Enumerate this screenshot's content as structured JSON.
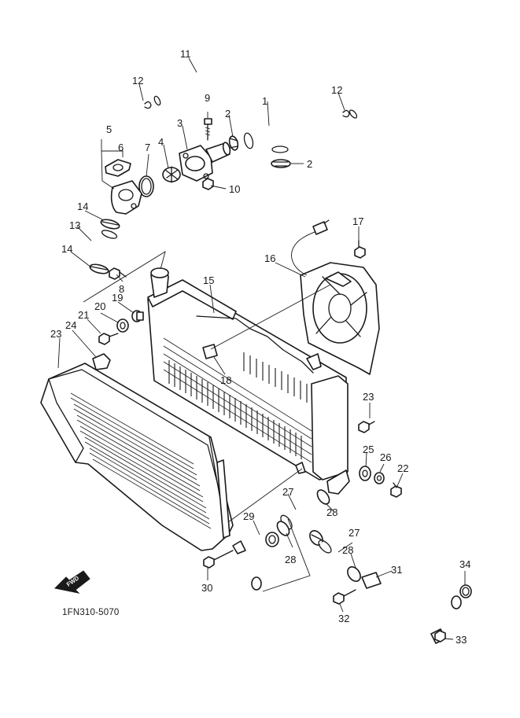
{
  "diagram_code": "1FN310-5070",
  "forward_arrow_label": "FWD",
  "callouts": [
    {
      "id": "c1",
      "label": "1"
    },
    {
      "id": "c2a",
      "label": "2"
    },
    {
      "id": "c2b",
      "label": "2"
    },
    {
      "id": "c3",
      "label": "3"
    },
    {
      "id": "c4",
      "label": "4"
    },
    {
      "id": "c5",
      "label": "5"
    },
    {
      "id": "c6",
      "label": "6"
    },
    {
      "id": "c7",
      "label": "7"
    },
    {
      "id": "c8",
      "label": "8"
    },
    {
      "id": "c9",
      "label": "9"
    },
    {
      "id": "c10",
      "label": "10"
    },
    {
      "id": "c11",
      "label": "11"
    },
    {
      "id": "c12a",
      "label": "12"
    },
    {
      "id": "c12b",
      "label": "12"
    },
    {
      "id": "c13",
      "label": "13"
    },
    {
      "id": "c14a",
      "label": "14"
    },
    {
      "id": "c14b",
      "label": "14"
    },
    {
      "id": "c15",
      "label": "15"
    },
    {
      "id": "c16",
      "label": "16"
    },
    {
      "id": "c17",
      "label": "17"
    },
    {
      "id": "c18",
      "label": "18"
    },
    {
      "id": "c19",
      "label": "19"
    },
    {
      "id": "c20",
      "label": "20"
    },
    {
      "id": "c21",
      "label": "21"
    },
    {
      "id": "c22",
      "label": "22"
    },
    {
      "id": "c23a",
      "label": "23"
    },
    {
      "id": "c23b",
      "label": "23"
    },
    {
      "id": "c24",
      "label": "24"
    },
    {
      "id": "c25",
      "label": "25"
    },
    {
      "id": "c26",
      "label": "26"
    },
    {
      "id": "c27a",
      "label": "27"
    },
    {
      "id": "c27b",
      "label": "27"
    },
    {
      "id": "c28a",
      "label": "28"
    },
    {
      "id": "c28b",
      "label": "28"
    },
    {
      "id": "c28c",
      "label": "28"
    },
    {
      "id": "c29",
      "label": "29"
    },
    {
      "id": "c30",
      "label": "30"
    },
    {
      "id": "c31",
      "label": "31"
    },
    {
      "id": "c32",
      "label": "32"
    },
    {
      "id": "c33",
      "label": "33"
    },
    {
      "id": "c34",
      "label": "34"
    }
  ]
}
